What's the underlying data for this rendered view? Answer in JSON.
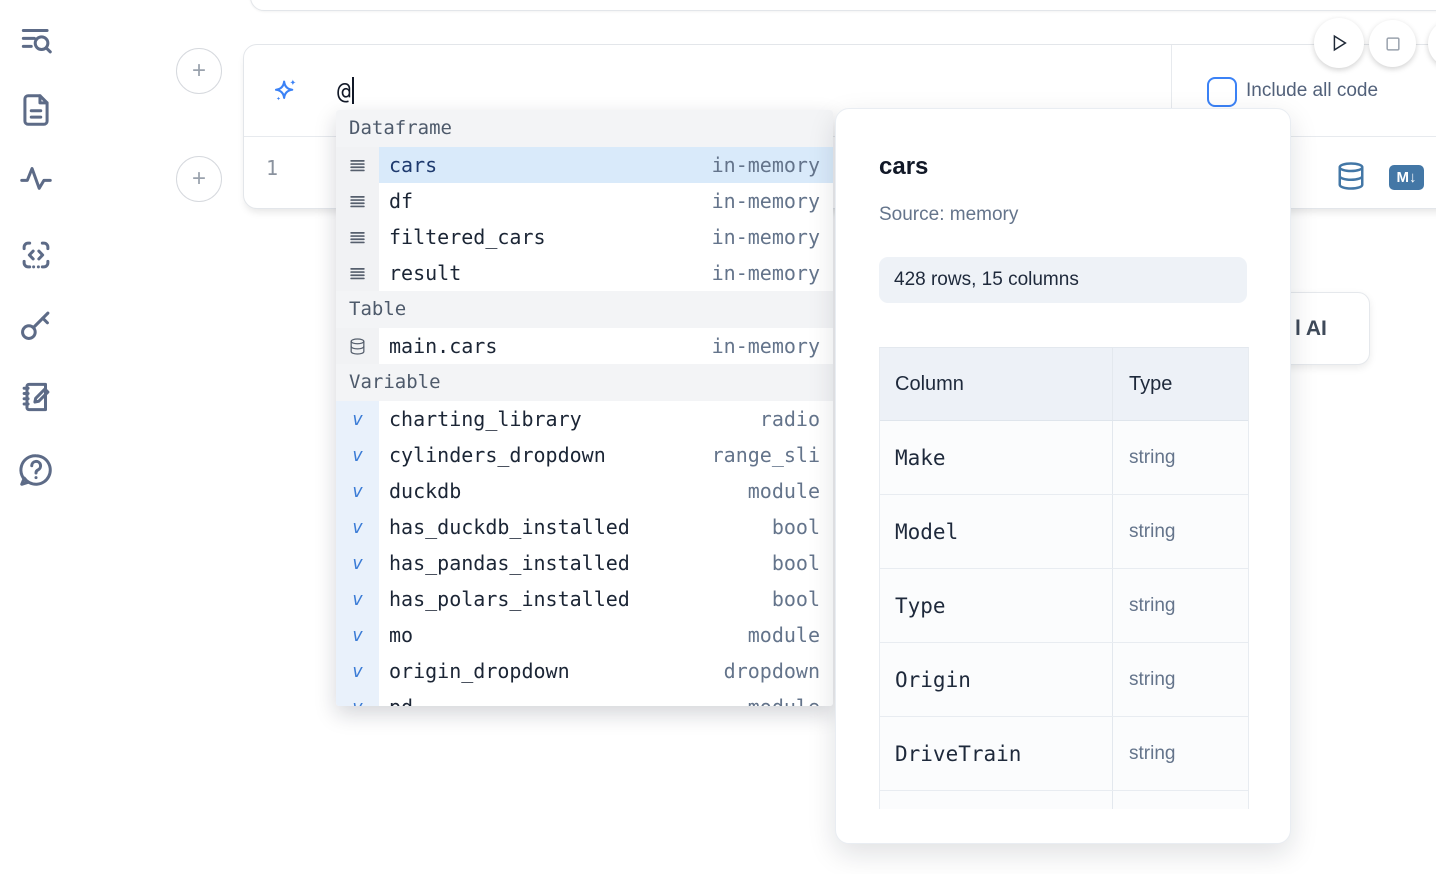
{
  "colors": {
    "accent_blue": "#3b82f6",
    "steel_blue_icons": "#4377a6",
    "selection_bg": "#d9eafa",
    "sidebar_icon": "#5d6b87",
    "muted_text": "#64748b"
  },
  "sidebar": {
    "icons": [
      "list-search-icon",
      "document-icon",
      "activity-icon",
      "code-cell-icon",
      "key-icon",
      "scratchpad-icon",
      "help-icon"
    ]
  },
  "toolbar": {
    "run_button": "play-icon",
    "stop_button": "stop-icon"
  },
  "ai_cell": {
    "value": "@",
    "sparkle_icon": "sparkles-icon",
    "include_all_code_label": "Include all code",
    "include_all_code_checked": false
  },
  "code_cell": {
    "line_number": "1",
    "icons": [
      "database-icon",
      "markdown-icon"
    ],
    "markdown_badge": "M↓"
  },
  "ai_card_fragment": {
    "visible_text": "l AI"
  },
  "autocomplete": {
    "sections": [
      {
        "label": "Dataframe",
        "items": [
          {
            "name": "cars",
            "type": "in-memory",
            "icon": "dataframe",
            "selected": true
          },
          {
            "name": "df",
            "type": "in-memory",
            "icon": "dataframe"
          },
          {
            "name": "filtered_cars",
            "type": "in-memory",
            "icon": "dataframe"
          },
          {
            "name": "result",
            "type": "in-memory",
            "icon": "dataframe"
          }
        ]
      },
      {
        "label": "Table",
        "items": [
          {
            "name": "main.cars",
            "type": "in-memory",
            "icon": "table"
          }
        ]
      },
      {
        "label": "Variable",
        "items": [
          {
            "name": "charting_library",
            "type": "radio",
            "icon": "variable"
          },
          {
            "name": "cylinders_dropdown",
            "type": "range_sli",
            "icon": "variable"
          },
          {
            "name": "duckdb",
            "type": "module",
            "icon": "variable"
          },
          {
            "name": "has_duckdb_installed",
            "type": "bool",
            "icon": "variable"
          },
          {
            "name": "has_pandas_installed",
            "type": "bool",
            "icon": "variable"
          },
          {
            "name": "has_polars_installed",
            "type": "bool",
            "icon": "variable"
          },
          {
            "name": "mo",
            "type": "module",
            "icon": "variable"
          },
          {
            "name": "origin_dropdown",
            "type": "dropdown",
            "icon": "variable"
          },
          {
            "name": "pd",
            "type": "module",
            "icon": "variable",
            "partial": true
          }
        ]
      }
    ]
  },
  "preview": {
    "title": "cars",
    "source": "Source: memory",
    "shape": "428 rows, 15 columns",
    "table": {
      "headers": [
        "Column",
        "Type"
      ],
      "rows": [
        [
          "Make",
          "string"
        ],
        [
          "Model",
          "string"
        ],
        [
          "Type",
          "string"
        ],
        [
          "Origin",
          "string"
        ],
        [
          "DriveTrain",
          "string"
        ]
      ],
      "partial_row_visible": true
    }
  }
}
